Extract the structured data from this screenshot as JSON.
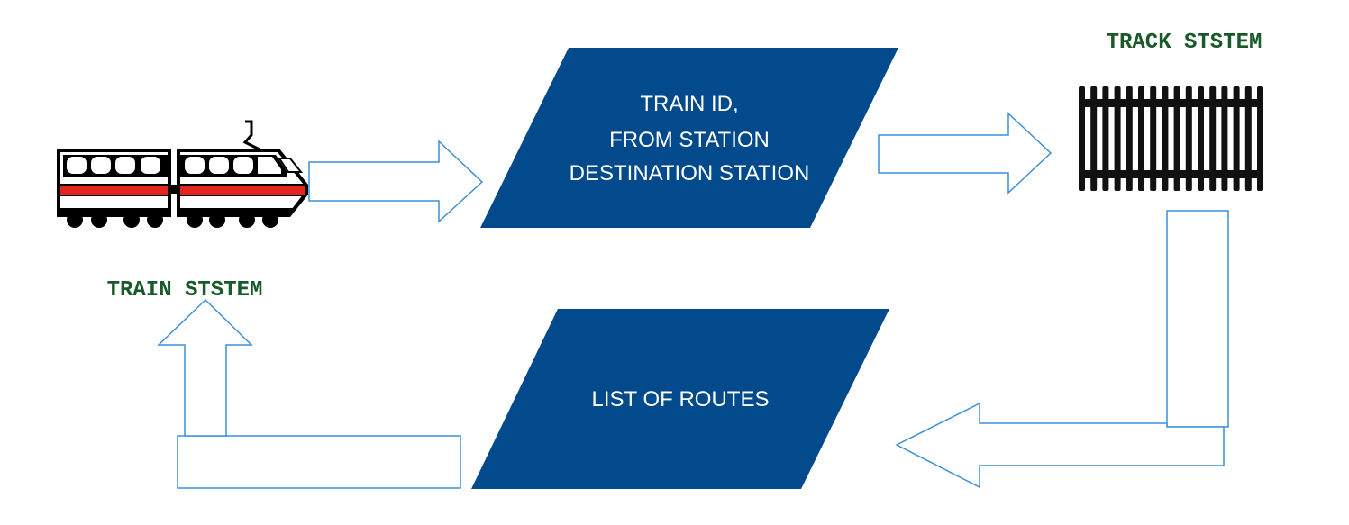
{
  "diagram": {
    "labels": {
      "train_system": "TRAIN STSTEM",
      "track_system": "TRACK STSTEM"
    },
    "input_box": {
      "line1": "TRAIN ID,",
      "line2": "FROM STATION",
      "line3": "DESTINATION STATION"
    },
    "output_box": {
      "text": "LIST OF ROUTES"
    },
    "colors": {
      "parallelogram_fill": "#034a8d",
      "arrow_stroke": "#3e8fd6",
      "label_green": "#1a5a2a",
      "train_red": "#e32520",
      "track_black": "#111111"
    },
    "icons": {
      "train": "train-icon",
      "track": "railway-track-icon"
    }
  }
}
